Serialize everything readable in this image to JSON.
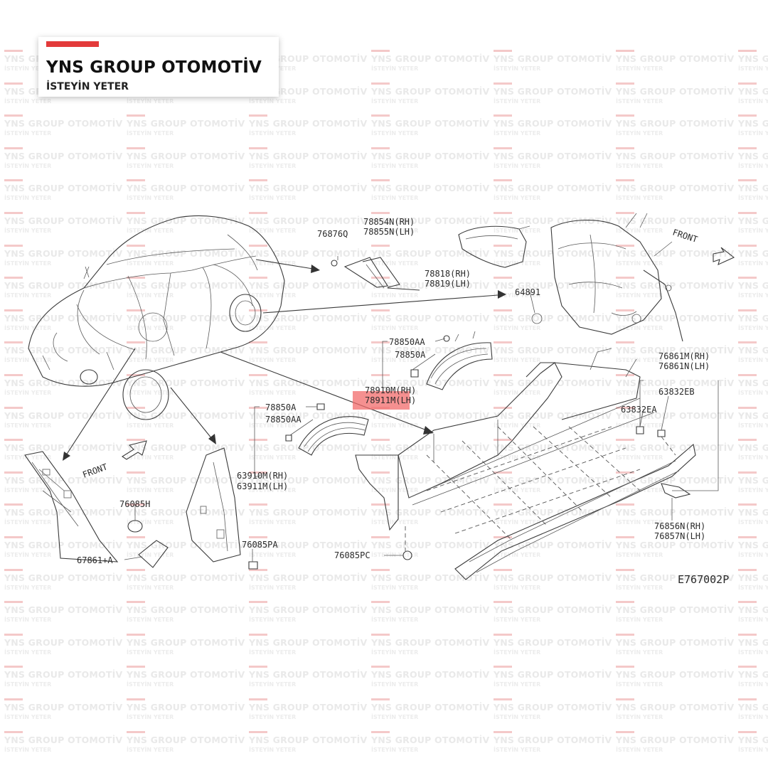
{
  "brand": {
    "name": "YNS GROUP OTOMOTİV",
    "slogan": "İSTEYİN YETER",
    "accent_color": "#e33a3a"
  },
  "diagram": {
    "code": "E767002P",
    "highlight_color": "#f26b6b",
    "labels": {
      "l76876q": "76876Q",
      "l78854n": "78854N(RH)",
      "l78855n": "78855N(LH)",
      "l78818": "78818(RH)",
      "l78819": "78819(LH)",
      "l64891": "64891",
      "front_top": "FRONT",
      "l78850aa_top": "78850AA",
      "l78850a_top": "78850A",
      "l78910m": "78910M(RH)",
      "l78911m": "78911M(LH)",
      "l76861m": "76861M(RH)",
      "l76861n": "76861N(LH)",
      "l63832eb": "63832EB",
      "l63832ea": "63832EA",
      "l78850a_mid": "78850A",
      "l78850aa_mid": "78850AA",
      "l63910m": "63910M(RH)",
      "l63911m": "63911M(LH)",
      "front_left": "FRONT",
      "l76085h": "76085H",
      "l67861a": "67861+A",
      "l76085pa": "76085PA",
      "l76085pc": "76085PC",
      "l76856n": "76856N(RH)",
      "l76857n": "76857N(LH)"
    }
  }
}
